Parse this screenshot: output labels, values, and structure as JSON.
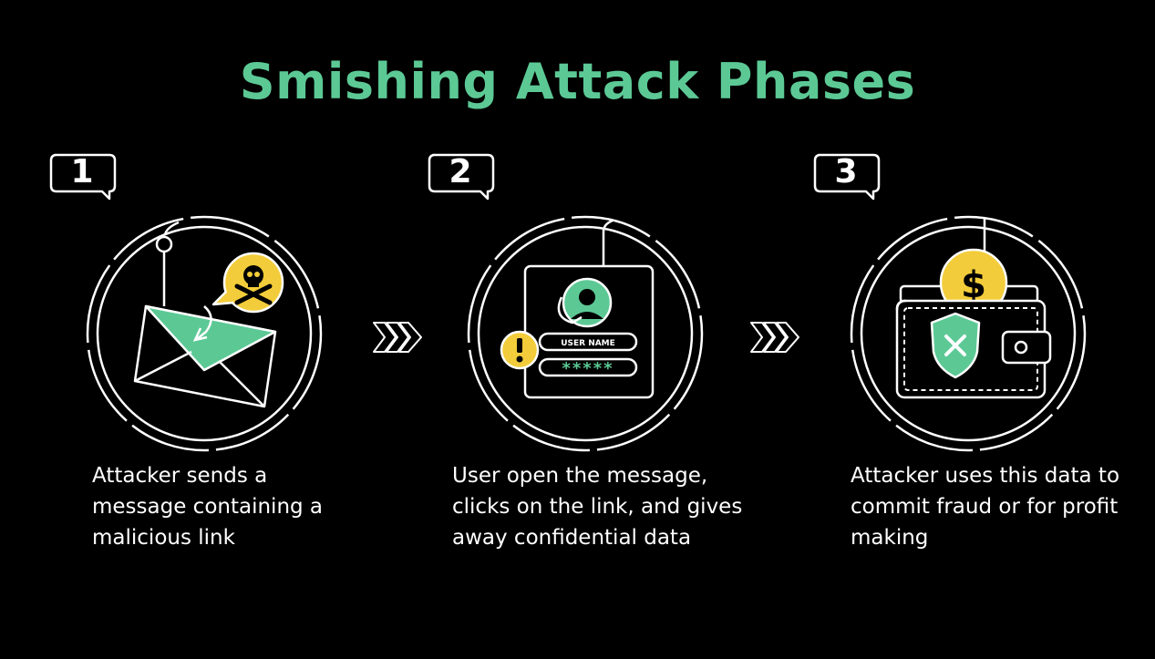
{
  "title": "Smishing Attack Phases",
  "colors": {
    "accent": "#5cc995",
    "coin": "#f2cc3a",
    "background": "#000000",
    "text": "#ffffff"
  },
  "steps": [
    {
      "number": "1",
      "description": "Attacker sends a message containing a malicious link",
      "icons": [
        "fishing-hook-icon",
        "envelope-icon",
        "skull-crossbones-icon"
      ]
    },
    {
      "number": "2",
      "description": "User open the message, clicks on the link, and gives away confidential data",
      "login_field_label": "USER NAME",
      "password_mask": "*****",
      "icons": [
        "fishing-hook-icon",
        "login-form-icon",
        "user-avatar-icon",
        "warning-icon"
      ]
    },
    {
      "number": "3",
      "description": "Attacker uses this data to commit fraud or for profit making",
      "coin_symbol": "$",
      "icons": [
        "fishing-hook-icon",
        "wallet-icon",
        "dollar-coin-icon",
        "shield-x-icon"
      ]
    }
  ]
}
